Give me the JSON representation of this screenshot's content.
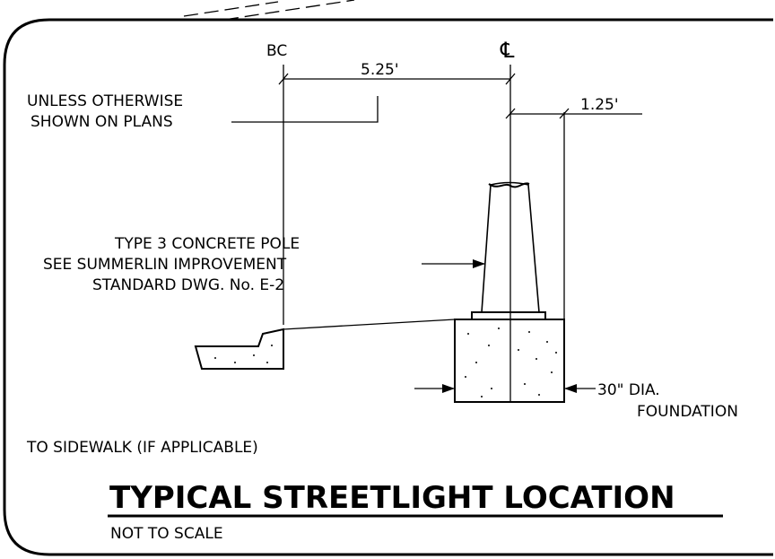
{
  "labels": {
    "bc": "BC",
    "centerline": "℄",
    "dim_main": "5.25'",
    "dim_offset": "1.25'",
    "unless_line1": "UNLESS OTHERWISE",
    "unless_line2": "SHOWN ON PLANS",
    "pole_line1": "TYPE 3 CONCRETE POLE",
    "pole_line2": "SEE SUMMERLIN IMPROVEMENT",
    "pole_line3": "STANDARD DWG. No. E-2",
    "foundation_line1": "30\" DIA.",
    "foundation_line2": "FOUNDATION",
    "sidewalk": "TO SIDEWALK (IF APPLICABLE)",
    "title": "TYPICAL STREETLIGHT LOCATION",
    "subtitle": "NOT TO SCALE"
  },
  "colors": {
    "ink": "#000000",
    "paper": "#ffffff"
  }
}
